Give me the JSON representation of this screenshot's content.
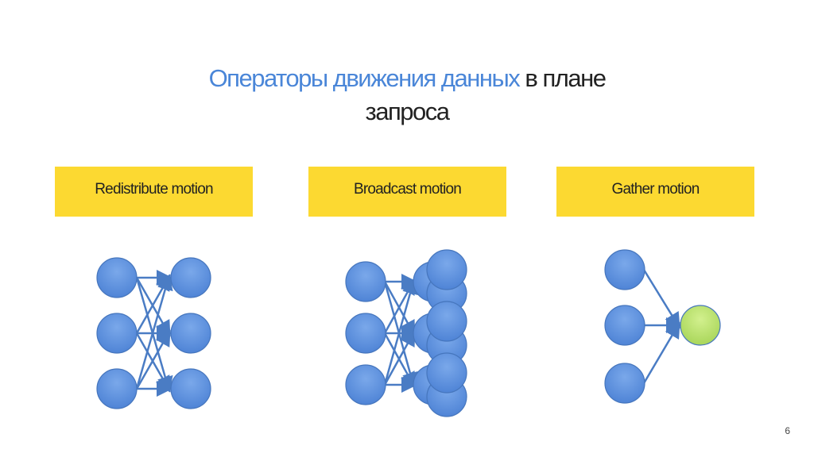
{
  "title": {
    "highlight": "Операторы движения данных",
    "rest_line1": " в плане",
    "line2": "запроса"
  },
  "labels": [
    "Redistribute motion",
    "Broadcast motion",
    "Gather motion"
  ],
  "page_number": "6",
  "colors": {
    "node": "#5b8fdc",
    "gather_target": "#b9e26a",
    "label_bg": "#fcd931",
    "title_accent": "#4a86d8"
  }
}
